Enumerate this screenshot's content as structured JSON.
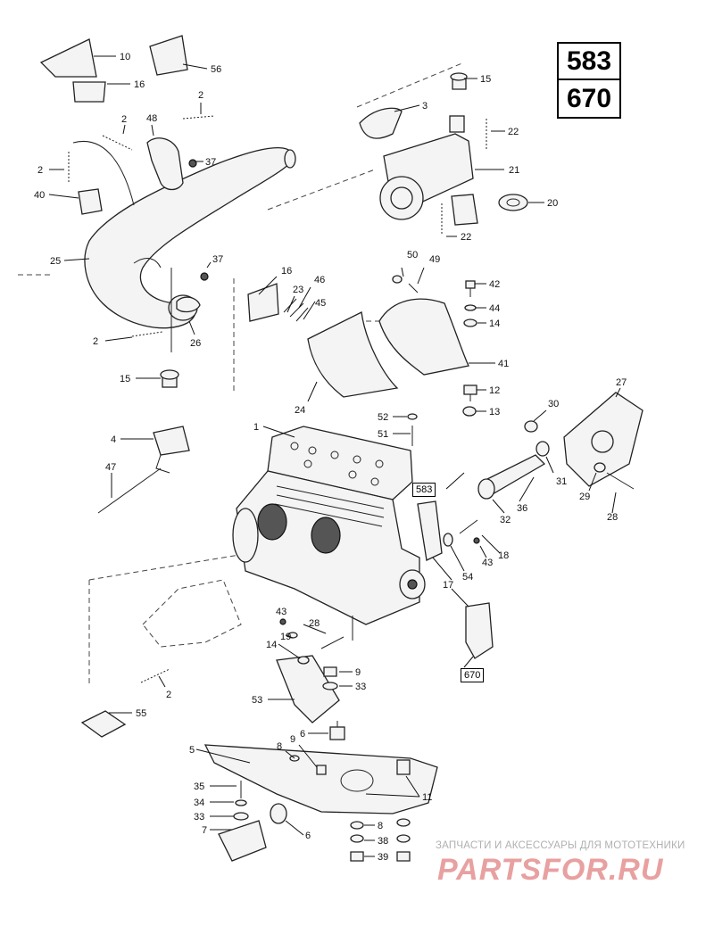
{
  "models": {
    "primary": "583",
    "secondary": "670"
  },
  "callouts": {
    "c10": "10",
    "c56": "56",
    "c16a": "16",
    "c15a": "15",
    "c3": "3",
    "c22a": "22",
    "c2a": "2",
    "c48": "48",
    "c2b": "2",
    "c37a": "37",
    "c2c": "2",
    "c40": "40",
    "c21": "21",
    "c20": "20",
    "c22b": "22",
    "c25": "25",
    "c37b": "37",
    "c50": "50",
    "c49": "49",
    "c16b": "16",
    "c46": "46",
    "c23": "23",
    "c45": "45",
    "c42": "42",
    "c44": "44",
    "c14a": "14",
    "c41": "41",
    "c2d": "2",
    "c26": "26",
    "c24": "24",
    "c15b": "15",
    "c12": "12",
    "c27": "27",
    "c52": "52",
    "c13": "13",
    "c30": "30",
    "c51": "51",
    "c1": "1",
    "c4": "4",
    "c31": "31",
    "c29": "29",
    "c47": "47",
    "c32": "32",
    "c36": "36",
    "c28a": "28",
    "c18": "18",
    "c43a": "43",
    "c54": "54",
    "c17": "17",
    "c43b": "43",
    "c28b": "28",
    "c19": "19",
    "c14b": "14",
    "c9a": "9",
    "c33a": "33",
    "c2e": "2",
    "c53": "53",
    "c55": "55",
    "c6a": "6",
    "c5": "5",
    "c8a": "8",
    "c9b": "9",
    "c11": "11",
    "c35": "35",
    "c34": "34",
    "c33b": "33",
    "c7": "7",
    "c6b": "6",
    "c8b": "8",
    "c38": "38",
    "c39": "39"
  },
  "variant_labels": {
    "v583": "583",
    "v670": "670"
  },
  "watermark": {
    "caption": "ЗАПЧАСТИ И АКСЕССУАРЫ ДЛЯ МОТОТЕХНИКИ",
    "brand": "PARTSFOR.RU"
  },
  "colors": {
    "ink": "#111111",
    "watermark_gray": "#b0b0b0",
    "watermark_red": "#e8a0a0"
  }
}
